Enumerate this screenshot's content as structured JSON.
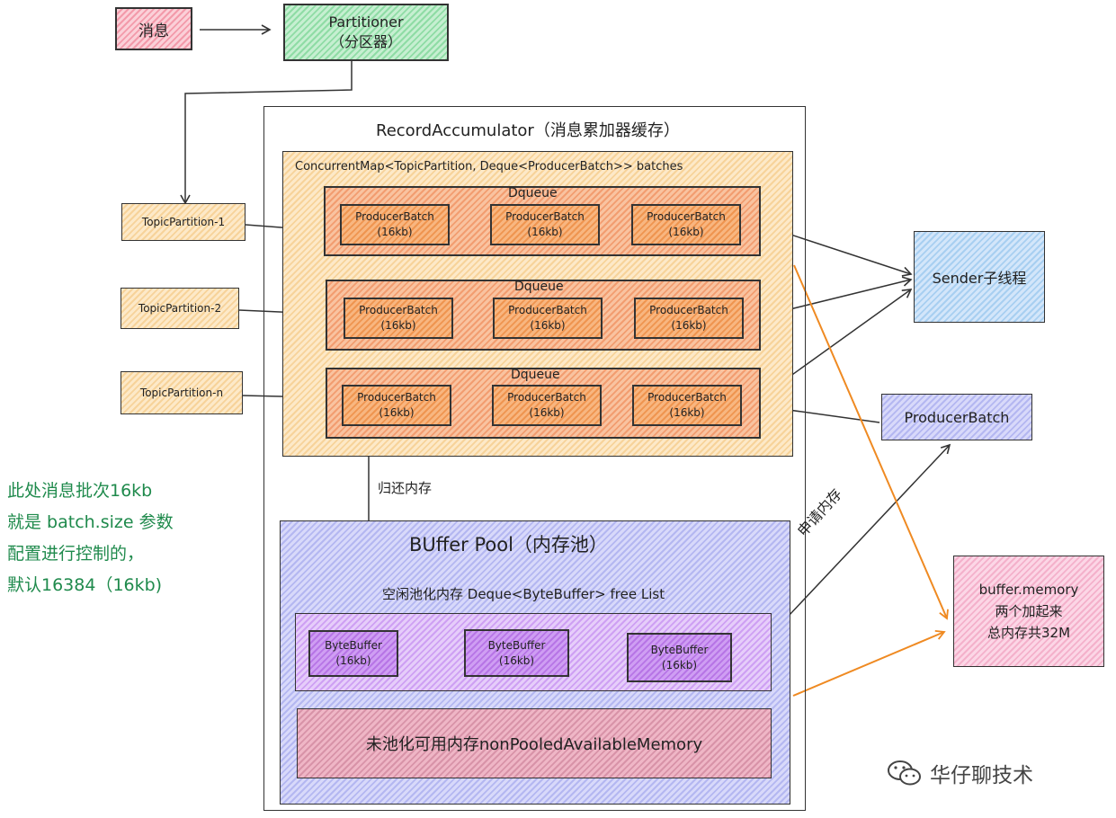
{
  "message": "消息",
  "partitioner": {
    "line1": "Partitioner",
    "line2": "（分区器）"
  },
  "accumulator": {
    "title": "RecordAccumulator（消息累加器缓存）",
    "map_label": "ConcurrentMap<TopicPartition, Deque<ProducerBatch>> batches",
    "deques": [
      {
        "label": "Dqueue",
        "batches": [
          {
            "name": "ProducerBatch",
            "size": "(16kb)"
          },
          {
            "name": "ProducerBatch",
            "size": "(16kb)"
          },
          {
            "name": "ProducerBatch",
            "size": "(16kb)"
          }
        ]
      },
      {
        "label": "Dqueue",
        "batches": [
          {
            "name": "ProducerBatch",
            "size": "(16kb)"
          },
          {
            "name": "ProducerBatch",
            "size": "(16kb)"
          },
          {
            "name": "ProducerBatch",
            "size": "(16kb)"
          }
        ]
      },
      {
        "label": "Dqueue",
        "batches": [
          {
            "name": "ProducerBatch",
            "size": "(16kb)"
          },
          {
            "name": "ProducerBatch",
            "size": "(16kb)"
          },
          {
            "name": "ProducerBatch",
            "size": "(16kb)"
          }
        ]
      }
    ]
  },
  "partitions": [
    "TopicPartition-1",
    "TopicPartition-2",
    "TopicPartition-n"
  ],
  "sender": "Sender子线程",
  "producer_batch": "ProducerBatch",
  "return_memory": "归还内存",
  "request_memory": "申请内存",
  "buffer_pool": {
    "title": "BUffer Pool（内存池）",
    "free_list_label": "空闲池化内存 Deque<ByteBuffer> free List",
    "byte_buffers": [
      {
        "name": "ByteBuffer",
        "size": "(16kb)"
      },
      {
        "name": "ByteBuffer",
        "size": "(16kb)"
      },
      {
        "name": "ByteBuffer",
        "size": "(16kb)"
      }
    ],
    "non_pooled": "未池化可用内存nonPooledAvailableMemory"
  },
  "buffer_memory": {
    "line1": "buffer.memory",
    "line2": "两个加起来",
    "line3": "总内存共32M"
  },
  "note": {
    "line1": "此处消息批次16kb",
    "line2": "就是 batch.size 参数",
    "line3": "配置进行控制的，",
    "line4": "默认16384（16kb)"
  },
  "watermark": "华仔聊技术",
  "colors": {
    "note_text": "#1f8a4c",
    "orange_arrow": "#ef8a22",
    "dark_arrow": "#333333"
  }
}
